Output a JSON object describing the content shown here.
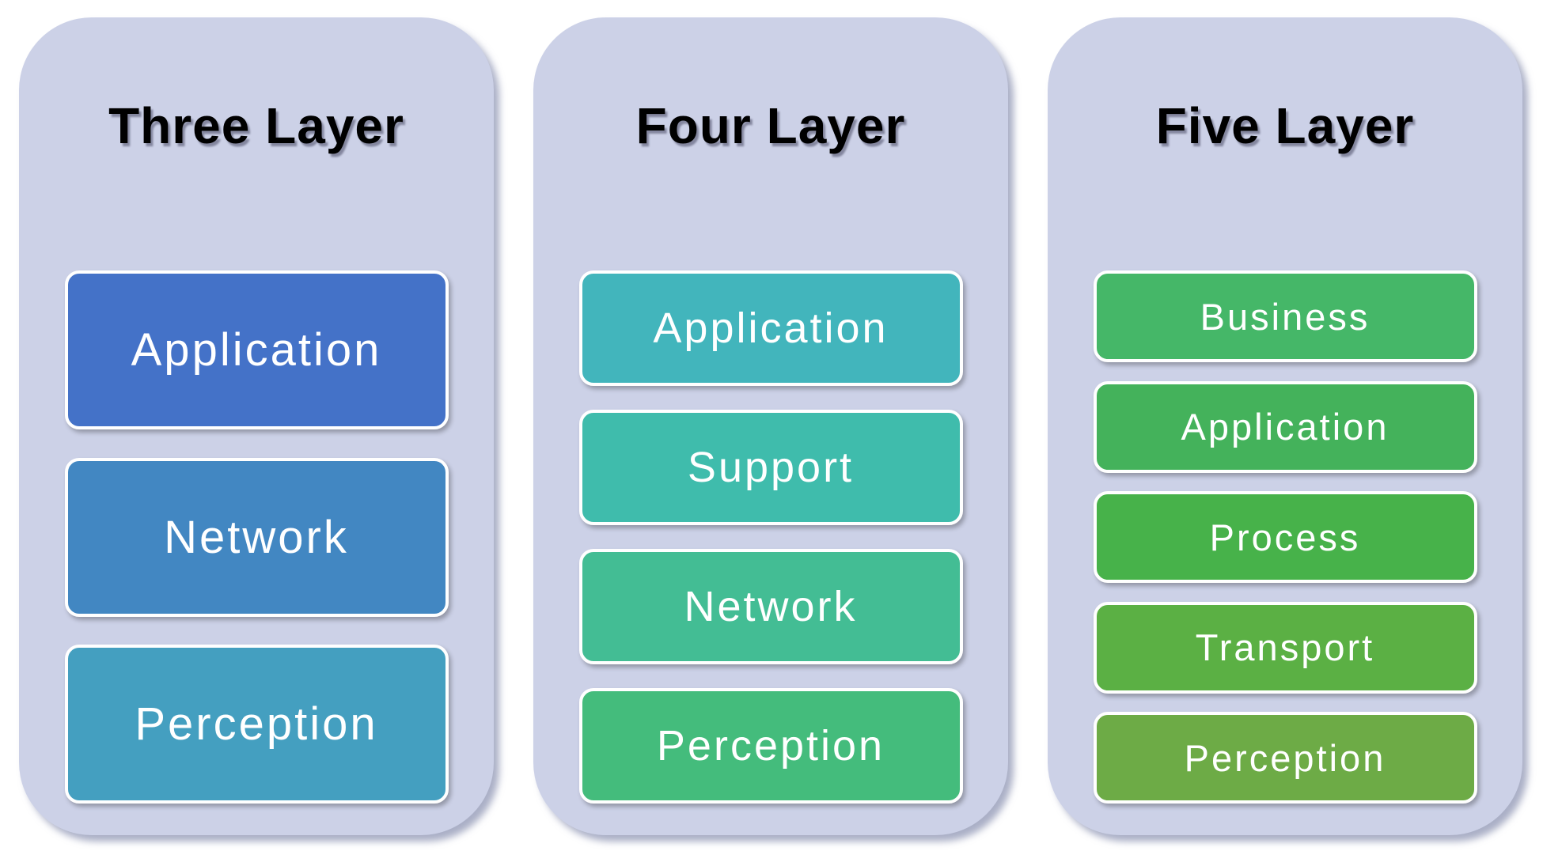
{
  "page_background": "#ffffff",
  "panel_background": "#ccd1e7",
  "columns": [
    {
      "title": "Three Layer",
      "layers": [
        {
          "label": "Application",
          "color": "#4472c8"
        },
        {
          "label": "Network",
          "color": "#4287c2"
        },
        {
          "label": "Perception",
          "color": "#449fc0"
        }
      ]
    },
    {
      "title": "Four Layer",
      "layers": [
        {
          "label": "Application",
          "color": "#42b5bc"
        },
        {
          "label": "Support",
          "color": "#3fbcac"
        },
        {
          "label": "Network",
          "color": "#43bd94"
        },
        {
          "label": "Perception",
          "color": "#44bc7c"
        }
      ]
    },
    {
      "title": "Five Layer",
      "layers": [
        {
          "label": "Business",
          "color": "#45b768"
        },
        {
          "label": "Application",
          "color": "#44b25b"
        },
        {
          "label": "Process",
          "color": "#47b24a"
        },
        {
          "label": "Transport",
          "color": "#5bb044"
        },
        {
          "label": "Perception",
          "color": "#6dab46"
        }
      ]
    }
  ]
}
